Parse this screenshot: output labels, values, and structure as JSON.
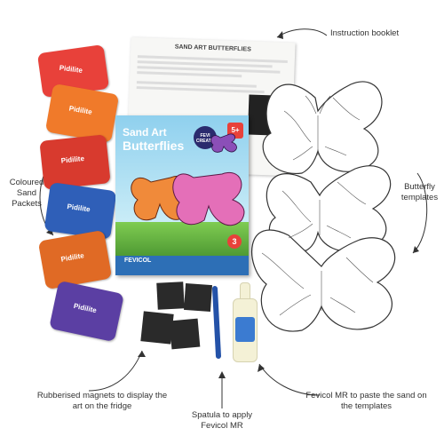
{
  "labels": {
    "instruction_booklet": "Instruction booklet",
    "coloured_sand_packets": "Coloured Sand Packets",
    "butterfly_templates": "Butterfly templates",
    "rubberised_magnets": "Rubberised magnets to display the art on the fridge",
    "spatula": "Spatula to apply Fevicol MR",
    "fevicol": "Fevicol MR to paste the sand on the templates"
  },
  "booklet": {
    "title": "SAND ART BUTTERFLIES"
  },
  "box": {
    "title_line1": "Sand Art",
    "title_line2": "Butterflies",
    "brand": "FEVI CREATE",
    "age": "5+",
    "maker": "FEVICOL",
    "count_badge": "3"
  },
  "packets": [
    {
      "color": "#e8413a",
      "brand": "Pidilite"
    },
    {
      "color": "#f07a2a",
      "brand": "Pidilite"
    },
    {
      "color": "#d83a2e",
      "brand": "Pidilite"
    },
    {
      "color": "#2f5fb8",
      "brand": "Pidilite"
    },
    {
      "color": "#e06a25",
      "brand": "Pidilite"
    },
    {
      "color": "#5b3fa3",
      "brand": "Pidilite"
    }
  ],
  "colors": {
    "box_sky": "#7fc8e6",
    "box_grass": "#6fbf4a",
    "magnet": "#2a2a2a",
    "spatula": "#2452a8",
    "glue_body": "#f4f1d6",
    "glue_label": "#3b7bd1"
  }
}
